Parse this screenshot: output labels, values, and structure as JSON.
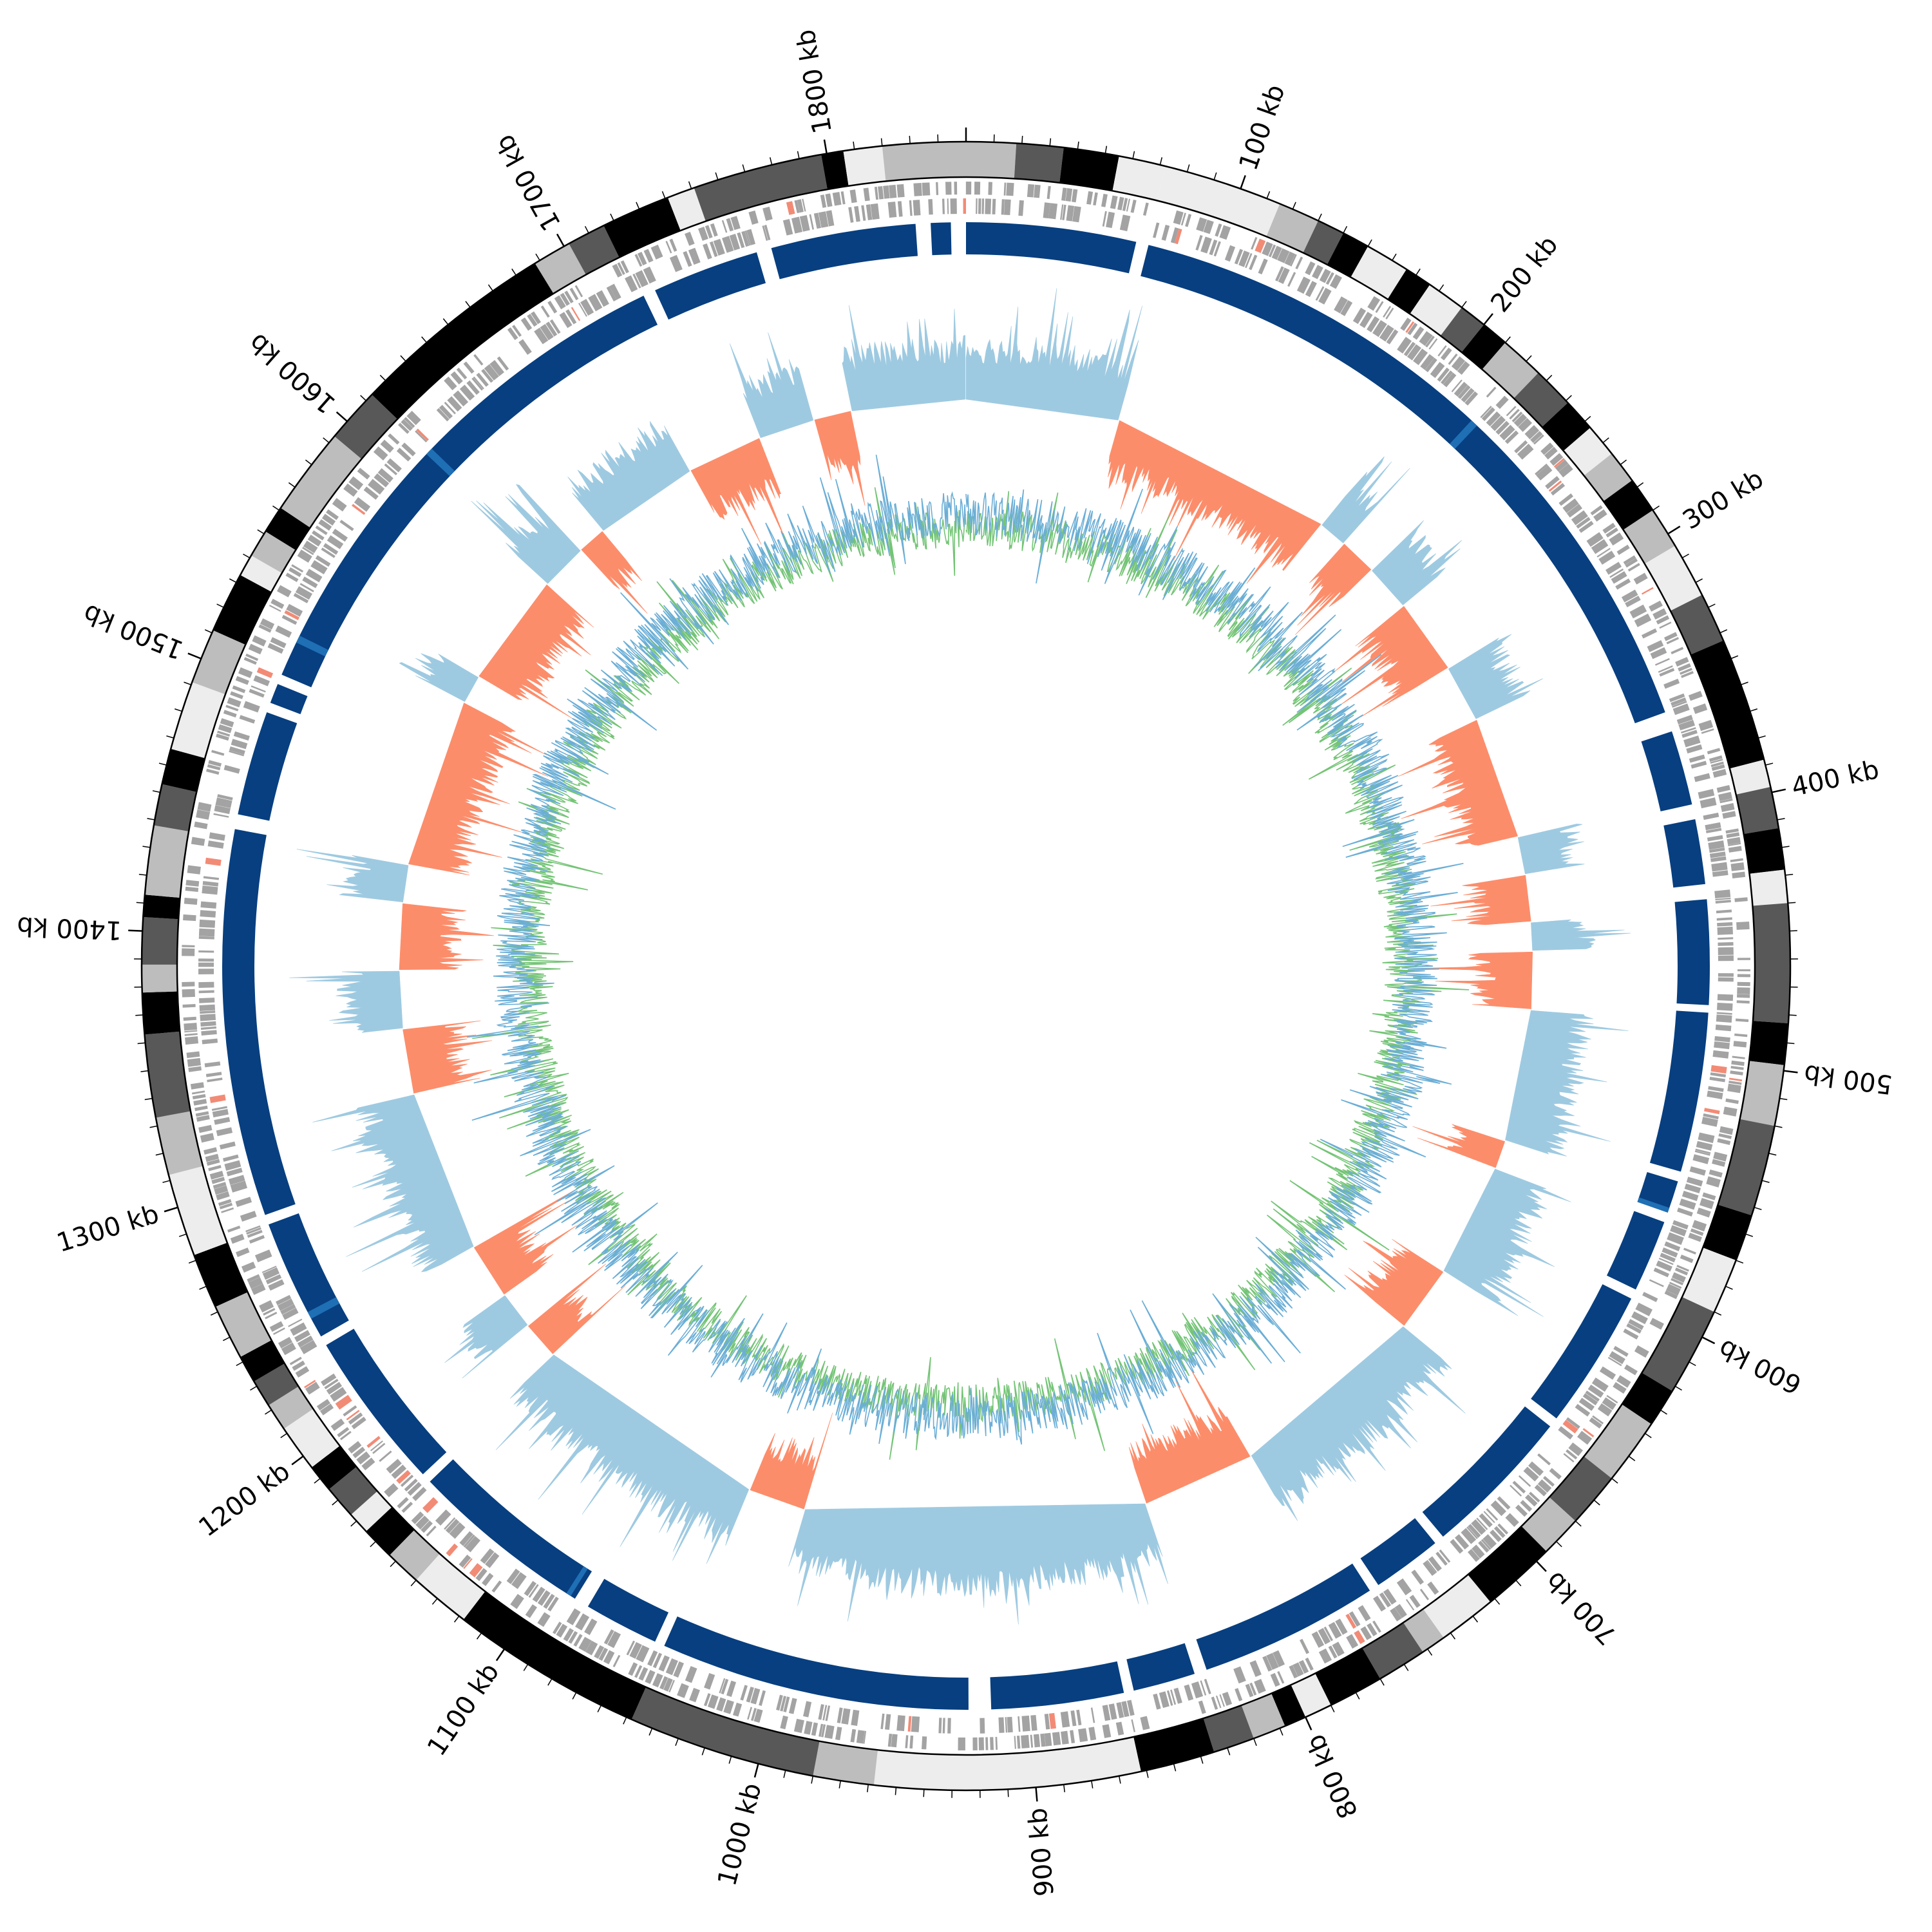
{
  "genome_map": {
    "genome_length_kb": 1850,
    "tick_labels": [
      {
        "kb": 100,
        "text": "100 kb"
      },
      {
        "kb": 200,
        "text": "200 kb"
      },
      {
        "kb": 300,
        "text": "300 kb"
      },
      {
        "kb": 400,
        "text": "400 kb"
      },
      {
        "kb": 500,
        "text": "500 kb"
      },
      {
        "kb": 600,
        "text": "600 kb"
      },
      {
        "kb": 700,
        "text": "700 kb"
      },
      {
        "kb": 800,
        "text": "800 kb"
      },
      {
        "kb": 900,
        "text": "900 kb"
      },
      {
        "kb": 1000,
        "text": "1000 kb"
      },
      {
        "kb": 1100,
        "text": "1100 kb"
      },
      {
        "kb": 1200,
        "text": "1200 kb"
      },
      {
        "kb": 1300,
        "text": "1300 kb"
      },
      {
        "kb": 1400,
        "text": "1400 kb"
      },
      {
        "kb": 1500,
        "text": "1500 kb"
      },
      {
        "kb": 1600,
        "text": "1600 kb"
      },
      {
        "kb": 1700,
        "text": "1700 kb"
      },
      {
        "kb": 1800,
        "text": "1800 kb"
      }
    ],
    "minor_tick_interval_kb": 10,
    "colors": {
      "outline": "#000000",
      "band_black": "#000000",
      "band_dark": "#585858",
      "band_mid": "#bdbdbd",
      "band_light": "#ededed",
      "gene_gray": "#a3a3a3",
      "gene_red": "#f28b76",
      "contig_blue": "#073f80",
      "contig_light_blue": "#1f6fb5",
      "gc_skew_positive": "#9ecae1",
      "gc_skew_negative": "#fc8d6b",
      "gc_content_blue": "#6baed6",
      "gc_content_green": "#74c476"
    },
    "cytoband_track": [
      {
        "start": 0,
        "end": 18,
        "shade": "band_mid"
      },
      {
        "start": 18,
        "end": 35,
        "shade": "band_dark"
      },
      {
        "start": 35,
        "end": 55,
        "shade": "band_black"
      },
      {
        "start": 55,
        "end": 72,
        "shade": "band_light"
      },
      {
        "start": 72,
        "end": 115,
        "shade": "band_light"
      },
      {
        "start": 115,
        "end": 130,
        "shade": "band_mid"
      },
      {
        "start": 130,
        "end": 140,
        "shade": "band_dark"
      },
      {
        "start": 140,
        "end": 150,
        "shade": "band_black"
      },
      {
        "start": 150,
        "end": 166,
        "shade": "band_light"
      },
      {
        "start": 166,
        "end": 176,
        "shade": "band_black"
      },
      {
        "start": 176,
        "end": 190,
        "shade": "band_light"
      },
      {
        "start": 190,
        "end": 200,
        "shade": "band_dark"
      },
      {
        "start": 200,
        "end": 210,
        "shade": "band_black"
      },
      {
        "start": 210,
        "end": 226,
        "shade": "band_mid"
      },
      {
        "start": 226,
        "end": 241,
        "shade": "band_dark"
      },
      {
        "start": 241,
        "end": 253,
        "shade": "band_black"
      },
      {
        "start": 253,
        "end": 265,
        "shade": "band_light"
      },
      {
        "start": 265,
        "end": 277,
        "shade": "band_mid"
      },
      {
        "start": 277,
        "end": 290,
        "shade": "band_black"
      },
      {
        "start": 290,
        "end": 305,
        "shade": "band_mid"
      },
      {
        "start": 305,
        "end": 325,
        "shade": "band_light"
      },
      {
        "start": 325,
        "end": 343,
        "shade": "band_dark"
      },
      {
        "start": 343,
        "end": 388,
        "shade": "band_black"
      },
      {
        "start": 388,
        "end": 398,
        "shade": "band_light"
      },
      {
        "start": 398,
        "end": 413,
        "shade": "band_dark"
      },
      {
        "start": 413,
        "end": 428,
        "shade": "band_black"
      },
      {
        "start": 428,
        "end": 440,
        "shade": "band_light"
      },
      {
        "start": 440,
        "end": 483,
        "shade": "band_dark"
      },
      {
        "start": 483,
        "end": 498,
        "shade": "band_black"
      },
      {
        "start": 498,
        "end": 520,
        "shade": "band_mid"
      },
      {
        "start": 520,
        "end": 553,
        "shade": "band_dark"
      },
      {
        "start": 553,
        "end": 570,
        "shade": "band_black"
      },
      {
        "start": 570,
        "end": 590,
        "shade": "band_light"
      },
      {
        "start": 590,
        "end": 622,
        "shade": "band_dark"
      },
      {
        "start": 622,
        "end": 636,
        "shade": "band_black"
      },
      {
        "start": 636,
        "end": 660,
        "shade": "band_mid"
      },
      {
        "start": 660,
        "end": 680,
        "shade": "band_dark"
      },
      {
        "start": 680,
        "end": 695,
        "shade": "band_mid"
      },
      {
        "start": 695,
        "end": 722,
        "shade": "band_black"
      },
      {
        "start": 722,
        "end": 743,
        "shade": "band_light"
      },
      {
        "start": 743,
        "end": 752,
        "shade": "band_mid"
      },
      {
        "start": 752,
        "end": 770,
        "shade": "band_dark"
      },
      {
        "start": 770,
        "end": 790,
        "shade": "band_black"
      },
      {
        "start": 790,
        "end": 800,
        "shade": "band_light"
      },
      {
        "start": 800,
        "end": 808,
        "shade": "band_black"
      },
      {
        "start": 808,
        "end": 820,
        "shade": "band_mid"
      },
      {
        "start": 820,
        "end": 835,
        "shade": "band_dark"
      },
      {
        "start": 835,
        "end": 862,
        "shade": "band_black"
      },
      {
        "start": 862,
        "end": 958,
        "shade": "band_light"
      },
      {
        "start": 958,
        "end": 980,
        "shade": "band_mid"
      },
      {
        "start": 980,
        "end": 1048,
        "shade": "band_dark"
      },
      {
        "start": 1048,
        "end": 1118,
        "shade": "band_black"
      },
      {
        "start": 1118,
        "end": 1140,
        "shade": "band_light"
      },
      {
        "start": 1140,
        "end": 1153,
        "shade": "band_mid"
      },
      {
        "start": 1153,
        "end": 1165,
        "shade": "band_black"
      },
      {
        "start": 1165,
        "end": 1173,
        "shade": "band_light"
      },
      {
        "start": 1173,
        "end": 1185,
        "shade": "band_dark"
      },
      {
        "start": 1185,
        "end": 1195,
        "shade": "band_black"
      },
      {
        "start": 1195,
        "end": 1212,
        "shade": "band_light"
      },
      {
        "start": 1212,
        "end": 1222,
        "shade": "band_mid"
      },
      {
        "start": 1222,
        "end": 1232,
        "shade": "band_dark"
      },
      {
        "start": 1232,
        "end": 1242,
        "shade": "band_black"
      },
      {
        "start": 1242,
        "end": 1262,
        "shade": "band_mid"
      },
      {
        "start": 1262,
        "end": 1282,
        "shade": "band_black"
      },
      {
        "start": 1282,
        "end": 1312,
        "shade": "band_light"
      },
      {
        "start": 1312,
        "end": 1333,
        "shade": "band_mid"
      },
      {
        "start": 1333,
        "end": 1363,
        "shade": "band_dark"
      },
      {
        "start": 1363,
        "end": 1378,
        "shade": "band_black"
      },
      {
        "start": 1378,
        "end": 1388,
        "shade": "band_mid"
      },
      {
        "start": 1388,
        "end": 1405,
        "shade": "band_dark"
      },
      {
        "start": 1405,
        "end": 1413,
        "shade": "band_black"
      },
      {
        "start": 1413,
        "end": 1438,
        "shade": "band_mid"
      },
      {
        "start": 1438,
        "end": 1453,
        "shade": "band_dark"
      },
      {
        "start": 1453,
        "end": 1466,
        "shade": "band_black"
      },
      {
        "start": 1466,
        "end": 1491,
        "shade": "band_light"
      },
      {
        "start": 1491,
        "end": 1511,
        "shade": "band_mid"
      },
      {
        "start": 1511,
        "end": 1533,
        "shade": "band_black"
      },
      {
        "start": 1533,
        "end": 1541,
        "shade": "band_light"
      },
      {
        "start": 1541,
        "end": 1551,
        "shade": "band_mid"
      },
      {
        "start": 1551,
        "end": 1561,
        "shade": "band_black"
      },
      {
        "start": 1561,
        "end": 1593,
        "shade": "band_mid"
      },
      {
        "start": 1593,
        "end": 1613,
        "shade": "band_dark"
      },
      {
        "start": 1613,
        "end": 1688,
        "shade": "band_black"
      },
      {
        "start": 1688,
        "end": 1702,
        "shade": "band_mid"
      },
      {
        "start": 1702,
        "end": 1716,
        "shade": "band_dark"
      },
      {
        "start": 1716,
        "end": 1741,
        "shade": "band_black"
      },
      {
        "start": 1741,
        "end": 1751,
        "shade": "band_light"
      },
      {
        "start": 1751,
        "end": 1798,
        "shade": "band_dark"
      },
      {
        "start": 1798,
        "end": 1806,
        "shade": "band_black"
      },
      {
        "start": 1806,
        "end": 1820,
        "shade": "band_light"
      },
      {
        "start": 1820,
        "end": 1850,
        "shade": "band_mid"
      }
    ],
    "contig_gaps_kb": [
      [
        68,
        73
      ],
      [
        360,
        368
      ],
      [
        398,
        404
      ],
      [
        430,
        436
      ],
      [
        478,
        481
      ],
      [
        545,
        549
      ],
      [
        562,
        566
      ],
      [
        595,
        599
      ],
      [
        655,
        659
      ],
      [
        720,
        724
      ],
      [
        752,
        756
      ],
      [
        828,
        833
      ],
      [
        858,
        862
      ],
      [
        915,
        924
      ],
      [
        1048,
        1052
      ],
      [
        1082,
        1088
      ],
      [
        1162,
        1166
      ],
      [
        1230,
        1234
      ],
      [
        1283,
        1287
      ],
      [
        1442,
        1448
      ],
      [
        1490,
        1494
      ],
      [
        1502,
        1506
      ],
      [
        1718,
        1723
      ],
      [
        1766,
        1772
      ],
      [
        1830,
        1836
      ],
      [
        1844,
        1850
      ]
    ],
    "gc_skew_segments": [
      {
        "start": 0,
        "end": 80,
        "sign": 1
      },
      {
        "start": 80,
        "end": 92,
        "sign": -1
      },
      {
        "start": 92,
        "end": 200,
        "sign": -1
      },
      {
        "start": 200,
        "end": 215,
        "sign": 1
      },
      {
        "start": 215,
        "end": 235,
        "sign": -1
      },
      {
        "start": 235,
        "end": 260,
        "sign": 1
      },
      {
        "start": 260,
        "end": 300,
        "sign": -1
      },
      {
        "start": 300,
        "end": 330,
        "sign": 1
      },
      {
        "start": 330,
        "end": 395,
        "sign": -1
      },
      {
        "start": 395,
        "end": 415,
        "sign": 1
      },
      {
        "start": 415,
        "end": 440,
        "sign": -1
      },
      {
        "start": 440,
        "end": 455,
        "sign": 1
      },
      {
        "start": 455,
        "end": 485,
        "sign": -1
      },
      {
        "start": 485,
        "end": 555,
        "sign": 1
      },
      {
        "start": 555,
        "end": 570,
        "sign": -1
      },
      {
        "start": 570,
        "end": 630,
        "sign": 1
      },
      {
        "start": 630,
        "end": 665,
        "sign": -1
      },
      {
        "start": 665,
        "end": 770,
        "sign": 1
      },
      {
        "start": 770,
        "end": 830,
        "sign": -1
      },
      {
        "start": 830,
        "end": 1010,
        "sign": 1
      },
      {
        "start": 1010,
        "end": 1040,
        "sign": -1
      },
      {
        "start": 1040,
        "end": 1165,
        "sign": 1
      },
      {
        "start": 1165,
        "end": 1185,
        "sign": -1
      },
      {
        "start": 1185,
        "end": 1205,
        "sign": 1
      },
      {
        "start": 1205,
        "end": 1235,
        "sign": -1
      },
      {
        "start": 1235,
        "end": 1320,
        "sign": 1
      },
      {
        "start": 1320,
        "end": 1355,
        "sign": -1
      },
      {
        "start": 1355,
        "end": 1385,
        "sign": 1
      },
      {
        "start": 1385,
        "end": 1420,
        "sign": -1
      },
      {
        "start": 1420,
        "end": 1440,
        "sign": 1
      },
      {
        "start": 1440,
        "end": 1530,
        "sign": -1
      },
      {
        "start": 1530,
        "end": 1545,
        "sign": 1
      },
      {
        "start": 1545,
        "end": 1605,
        "sign": -1
      },
      {
        "start": 1605,
        "end": 1630,
        "sign": 1
      },
      {
        "start": 1630,
        "end": 1645,
        "sign": -1
      },
      {
        "start": 1645,
        "end": 1700,
        "sign": 1
      },
      {
        "start": 1700,
        "end": 1740,
        "sign": -1
      },
      {
        "start": 1740,
        "end": 1770,
        "sign": 1
      },
      {
        "start": 1770,
        "end": 1790,
        "sign": -1
      },
      {
        "start": 1790,
        "end": 1850,
        "sign": 1
      }
    ]
  }
}
